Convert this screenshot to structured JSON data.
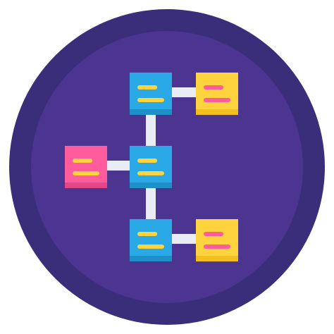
{
  "icon": {
    "name": "hierarchy-flowchart-icon",
    "colors": {
      "background": "#ffffff",
      "outer_ring": "#3a2d7a",
      "inner_disc": "#4b3590",
      "connector": "#e9ecf5",
      "blue_node": "#2ba9e6",
      "yellow_node": "#ffd33d",
      "pink_node": "#ff5c9e",
      "yellow_line": "#ffd33d",
      "pink_line": "#ff5c9e",
      "shadow": "#2b2066"
    },
    "nodes": [
      {
        "id": "node-top-blue",
        "fill": "blue_node",
        "line": "yellow_line"
      },
      {
        "id": "node-top-yellow",
        "fill": "yellow_node",
        "line": "pink_line"
      },
      {
        "id": "node-middle-pink",
        "fill": "pink_node",
        "line": "yellow_line"
      },
      {
        "id": "node-middle-blue",
        "fill": "blue_node",
        "line": "yellow_line"
      },
      {
        "id": "node-bottom-blue",
        "fill": "blue_node",
        "line": "yellow_line"
      },
      {
        "id": "node-bottom-yellow",
        "fill": "yellow_node",
        "line": "pink_line"
      }
    ]
  }
}
